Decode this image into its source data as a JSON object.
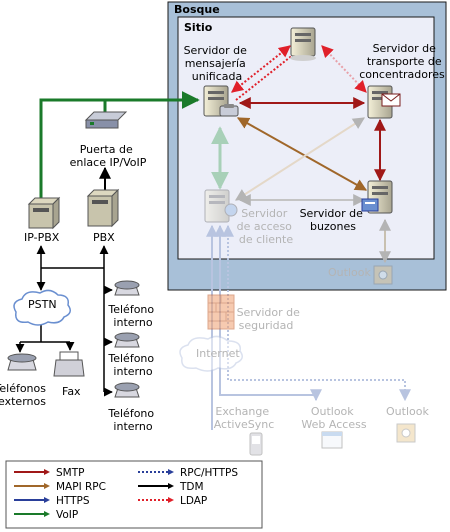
{
  "containers": {
    "forest": "Bosque",
    "site": "Sitio"
  },
  "servers": {
    "um": [
      "Servidor de",
      "mensajería",
      "unificada"
    ],
    "hub": [
      "Servidor de",
      "transporte de",
      "concentradores"
    ],
    "cas": [
      "Servidor",
      "de acceso",
      "de cliente"
    ],
    "mailbox": [
      "Servidor de",
      "buzones"
    ],
    "ad": ""
  },
  "telephony": {
    "gateway": [
      "Puerta de",
      "enlace IP/VoIP"
    ],
    "ippbx": "IP-PBX",
    "pbx": "PBX",
    "pstn": "PSTN",
    "ext_phones": [
      "Teléfonos",
      "externos"
    ],
    "fax": "Fax",
    "internal_phone": [
      "Teléfono",
      "interno"
    ]
  },
  "outside": {
    "security": [
      "Servidor de",
      "seguridad"
    ],
    "internet": "Internet",
    "activesync": [
      "Exchange",
      "ActiveSync"
    ],
    "owa": [
      "Outlook",
      "Web Access"
    ],
    "outlook_out": "Outlook",
    "outlook_in": "Outlook"
  },
  "legend": {
    "left": [
      {
        "label": "SMTP",
        "color": "#a01818",
        "style": "solid"
      },
      {
        "label": "MAPI RPC",
        "color": "#a0672a",
        "style": "solid"
      },
      {
        "label": "HTTPS",
        "color": "#2a3f9a",
        "style": "solid"
      },
      {
        "label": "VoIP",
        "color": "#1a7a2a",
        "style": "solid"
      }
    ],
    "right": [
      {
        "label": "RPC/HTTPS",
        "color": "#2a3f9a",
        "style": "dotted"
      },
      {
        "label": "TDM",
        "color": "#000000",
        "style": "solid"
      },
      {
        "label": "LDAP",
        "color": "#e0202a",
        "style": "dotted"
      }
    ]
  },
  "colors": {
    "forest_bg": "#a8c0d8",
    "site_bg": "#eceef8",
    "smtp": "#a01818",
    "mapi": "#a0672a",
    "https": "#2a3f9a",
    "voip": "#1a7a2a",
    "ldap": "#e0202a",
    "dim": "#b4b4b4"
  }
}
